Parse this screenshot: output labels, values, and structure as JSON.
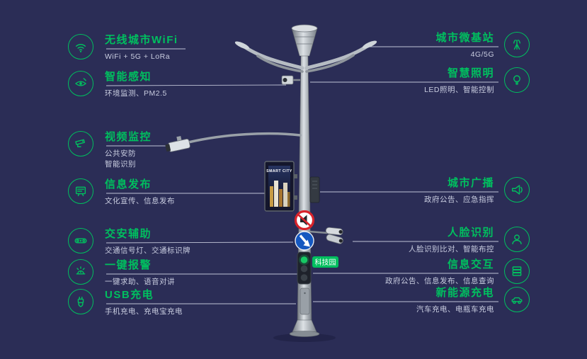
{
  "colors": {
    "background": "#2b2d56",
    "accent": "#00bf5f",
    "line": "#d9dcec",
    "subtitle": "#c9cde0",
    "sign_red": "#d8232b",
    "sign_blue": "#1558c0",
    "go_green": "#17c964"
  },
  "pole": {
    "screen_title": "SMART CITY",
    "tag_label": "科技园"
  },
  "left_features": [
    {
      "icon": "wifi-icon",
      "title": "无线城市WiFi",
      "subtitle": "WiFi + 5G + LoRa"
    },
    {
      "icon": "sensing-icon",
      "title": "智能感知",
      "subtitle": "环境监测、PM2.5"
    },
    {
      "icon": "cctv-icon",
      "title": "视频监控",
      "subtitle": "公共安防",
      "subtitle2": "智能识别"
    },
    {
      "icon": "screen-icon",
      "title": "信息发布",
      "subtitle": "文化宣传、信息发布"
    },
    {
      "icon": "traffic-aux-icon",
      "title": "交安辅助",
      "subtitle": "交通信号灯、交通标识牌"
    },
    {
      "icon": "alarm-icon",
      "title": "一键报警",
      "subtitle": "一键求助、语音对讲"
    },
    {
      "icon": "usb-icon",
      "title": "USB充电",
      "subtitle": "手机充电、充电宝充电"
    }
  ],
  "right_features": [
    {
      "icon": "antenna-icon",
      "title": "城市微基站",
      "subtitle": "4G/5G"
    },
    {
      "icon": "bulb-icon",
      "title": "智慧照明",
      "subtitle": "LED照明、智能控制"
    },
    {
      "icon": "speaker-icon",
      "title": "城市广播",
      "subtitle": "政府公告、应急指挥"
    },
    {
      "icon": "face-icon",
      "title": "人脸识别",
      "subtitle": "人脸识别比对、智能布控"
    },
    {
      "icon": "layers-icon",
      "title": "信息交互",
      "subtitle": "政府公告、信息发布、信息查询"
    },
    {
      "icon": "ev-car-icon",
      "title": "新能源充电",
      "subtitle": "汽车充电、电瓶车充电"
    }
  ]
}
